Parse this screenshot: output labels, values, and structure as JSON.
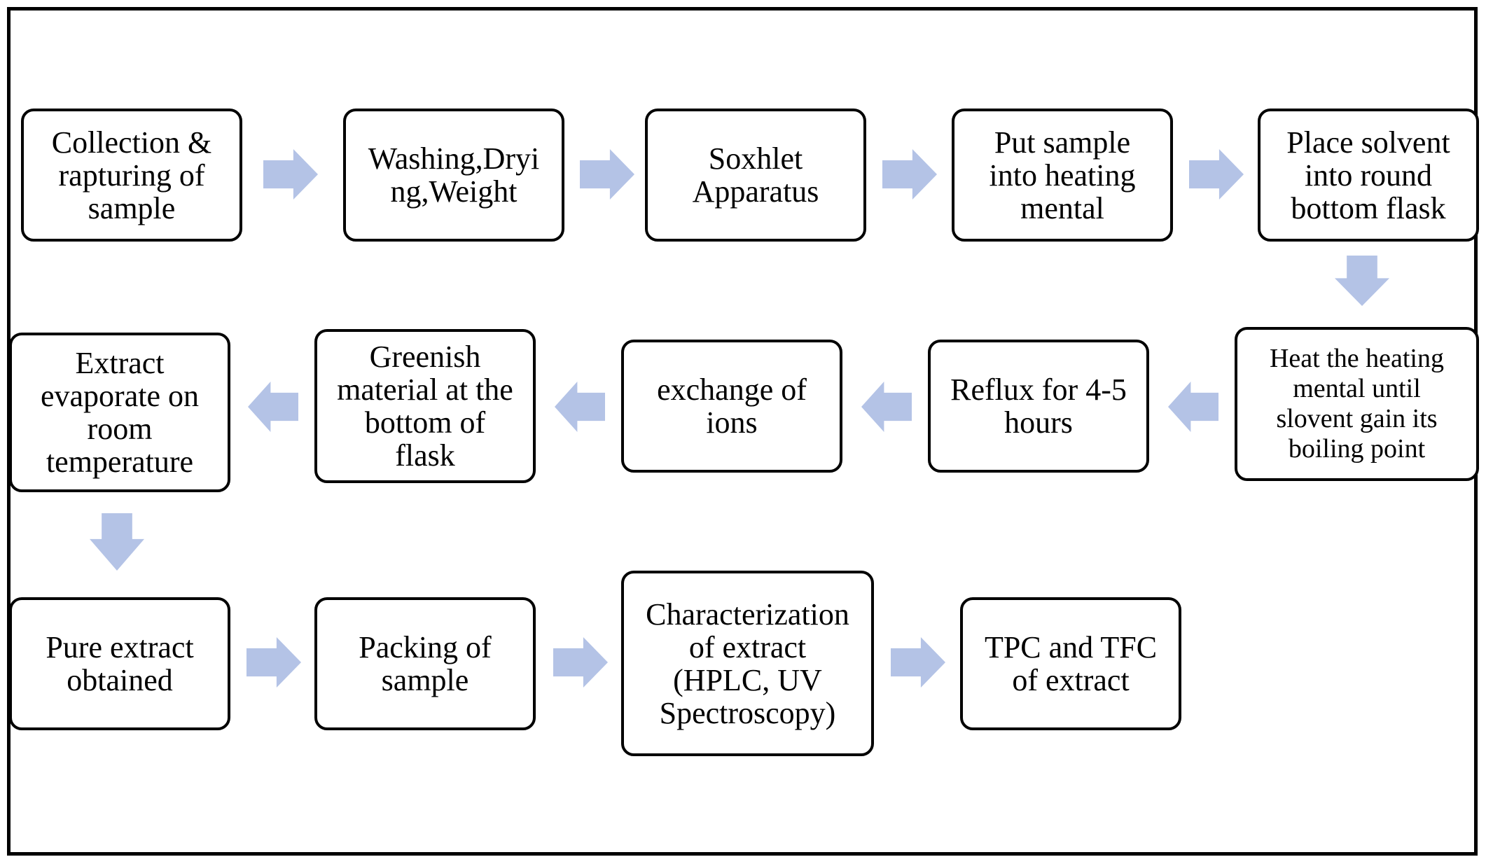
{
  "diagram": {
    "accent_color": "#b4c3e6",
    "rows": [
      {
        "direction": "right",
        "steps": [
          "Collection &\nrapturing of\nsample",
          "Washing,Dryi\nng,Weight",
          "Soxhlet\nApparatus",
          "Put sample\ninto heating\nmental",
          "Place solvent\ninto round\nbottom flask"
        ]
      },
      {
        "direction": "left",
        "steps": [
          "Heat the heating\nmental until\nslovent gain its\nboiling point",
          "Reflux for 4-5\nhours",
          "exchange of\nions",
          "Greenish\nmaterial at the\nbottom of\nflask",
          "Extract\nevaporate on\nroom\ntemperature"
        ]
      },
      {
        "direction": "right",
        "steps": [
          "Pure extract\nobtained",
          "Packing of\nsample",
          "Characterization\nof extract\n(HPLC, UV\nSpectroscopy)",
          "TPC and TFC\nof extract"
        ]
      }
    ],
    "connectors": [
      {
        "from": "row1-step5",
        "to": "row2-step1",
        "direction": "down"
      },
      {
        "from": "row2-step5",
        "to": "row3-step1",
        "direction": "down"
      }
    ]
  }
}
